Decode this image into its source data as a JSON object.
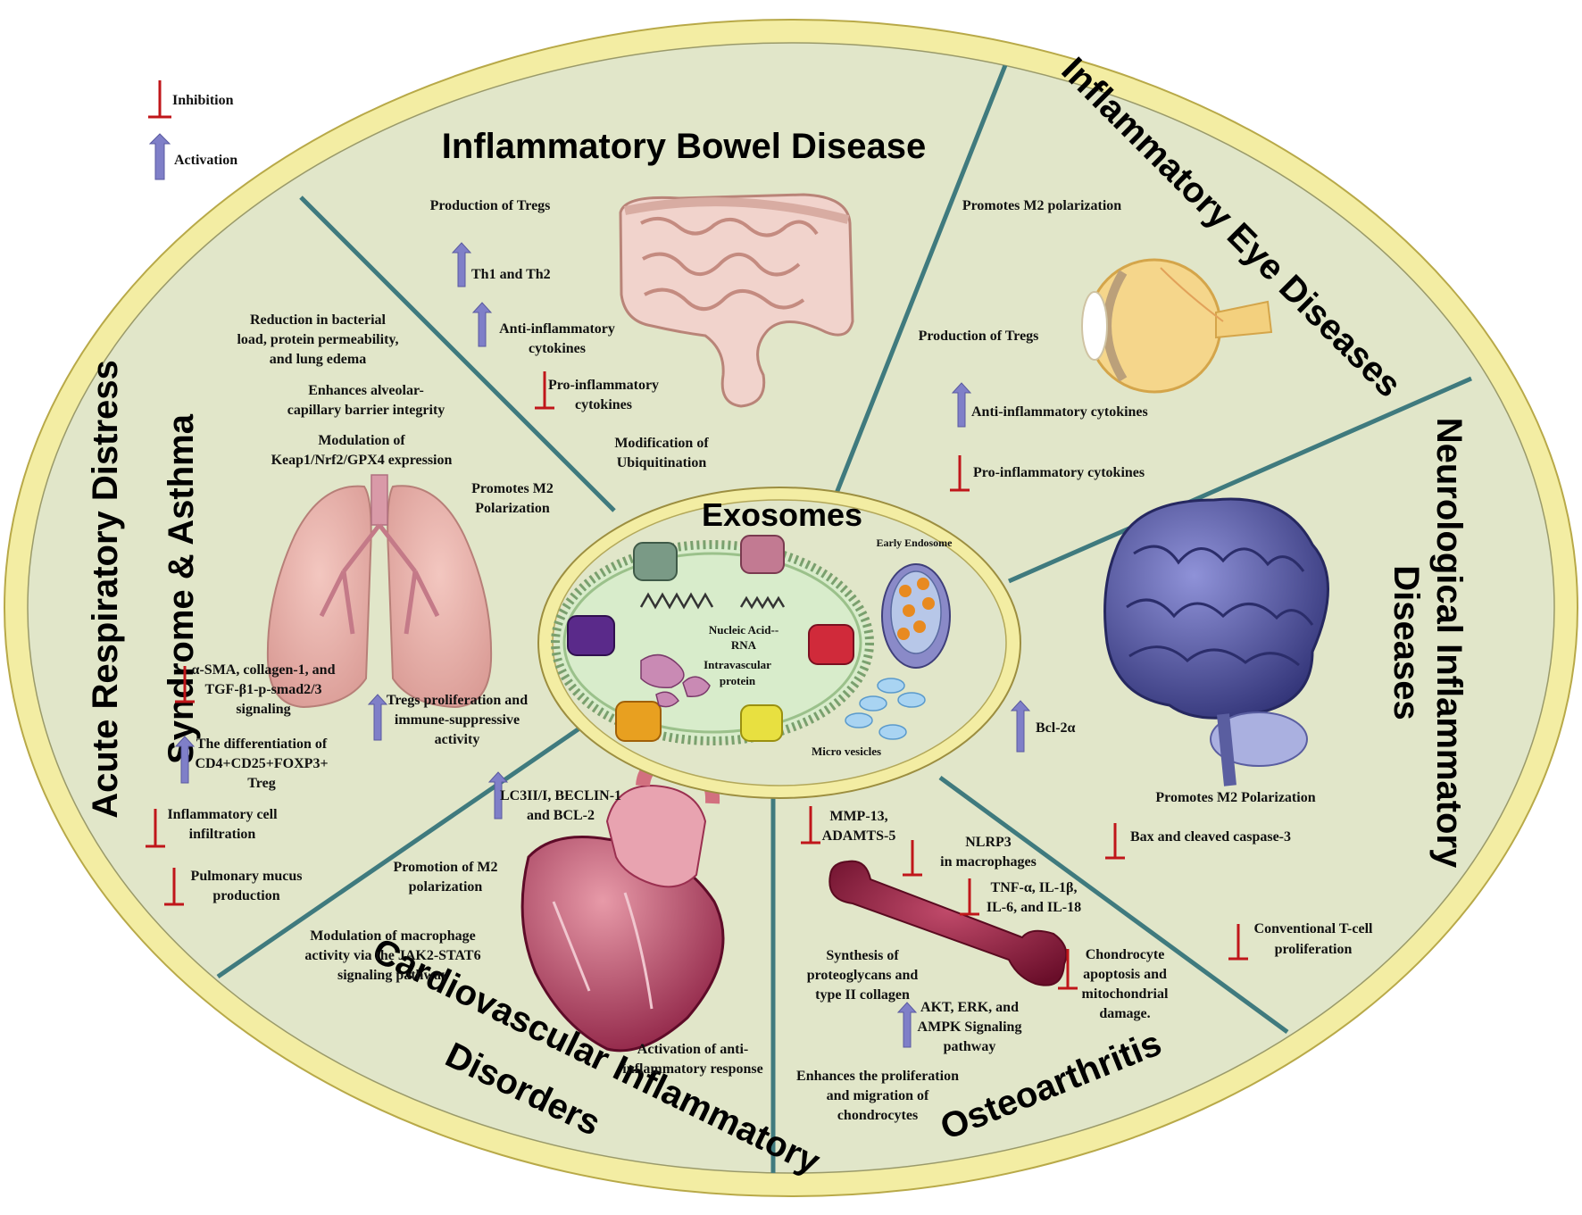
{
  "legend": {
    "inhibition": "Inhibition",
    "activation": "Activation"
  },
  "colors": {
    "outer_ring": "#f3eda3",
    "panel": "#e1e6c9",
    "divider": "#3f7a7e",
    "inhibition": "#c0161a",
    "activation": "#7f7fc8",
    "exosome_fill": "#d8eccb"
  },
  "center": {
    "title": "Exosomes",
    "nucleic_line1": "Nucleic Acid--",
    "nucleic_line2": "RNA",
    "protein_line1": "Intravascular",
    "protein_line2": "protein",
    "early_endosome": "Early Endosome",
    "micro_vesicles": "Micro vesicles"
  },
  "sections": {
    "ibd": {
      "title": "Inflammatory Bowel Disease",
      "tregs": "Production of Tregs",
      "th": "Th1 and Th2",
      "anti1": "Anti-inflammatory",
      "anti2": "cytokines",
      "pro1": "Pro-inflammatory",
      "pro2": "cytokines",
      "mod1": "Modification of",
      "mod2": "Ubiquitination"
    },
    "eye": {
      "title": "Inflammatory Eye Diseases",
      "m2": "Promotes M2 polarization",
      "tregs": "Production of Tregs",
      "anti": "Anti-inflammatory cytokines",
      "pro": "Pro-inflammatory cytokines"
    },
    "neuro": {
      "title1": "Neurological Inflammatory",
      "title2": "Diseases",
      "bcl": "Bcl-2α",
      "m2": "Promotes M2 Polarization",
      "bax": "Bax and cleaved caspase-3",
      "tcell1": "Conventional T-cell",
      "tcell2": "proliferation"
    },
    "oa": {
      "title": "Osteoarthritis",
      "mmp1": "MMP-13,",
      "mmp2": "ADAMTS-5",
      "nlrp1": "NLRP3",
      "nlrp2": "in macrophages",
      "tnf1": "TNF-α, IL-1β,",
      "tnf2": "IL-6, and IL-18",
      "syn1": "Synthesis of",
      "syn2": "proteoglycans and",
      "syn3": "type II collagen",
      "chon1": "Chondrocyte",
      "chon2": "apoptosis and",
      "chon3": "mitochondrial",
      "chon4": "damage.",
      "akt1": "AKT, ERK, and",
      "akt2": "AMPK Signaling",
      "akt3": "pathway",
      "enh1": "Enhances the proliferation",
      "enh2": "and migration of",
      "enh3": "chondrocytes"
    },
    "cardio": {
      "title1": "Cardiovascular Inflammatory",
      "title2": "Disorders",
      "lc1": "LC3II/I, BECLIN-1",
      "lc2": "and BCL-2",
      "m21": "Promotion of M2",
      "m22": "polarization",
      "jak1": "Modulation of macrophage",
      "jak2": "activity via the JAK2-STAT6",
      "jak3": "signaling pathway",
      "act1": "Activation of anti-",
      "act2": "inflammatory response"
    },
    "ards": {
      "title1": "Acute Respiratory Distress",
      "title2": "Syndrome & Asthma",
      "red1": "Reduction in bacterial",
      "red2": "load, protein permeability,",
      "red3": "and lung edema",
      "enh1": "Enhances alveolar-",
      "enh2": "capillary barrier integrity",
      "keap1": "Modulation of",
      "keap2": "Keap1/Nrf2/GPX4 expression",
      "m21": "Promotes M2",
      "m22": "Polarization",
      "sma1": "α-SMA, collagen-1, and",
      "sma2": "TGF-β1-p-smad2/3",
      "sma3": "signaling",
      "treg1": "Tregs proliferation and",
      "treg2": "immune-suppressive",
      "treg3": "activity",
      "diff1": "The differentiation of",
      "diff2": "CD4+CD25+FOXP3+",
      "diff3": "Treg",
      "infl1": "Inflammatory cell",
      "infl2": "infiltration",
      "muc1": "Pulmonary mucus",
      "muc2": "production"
    }
  }
}
